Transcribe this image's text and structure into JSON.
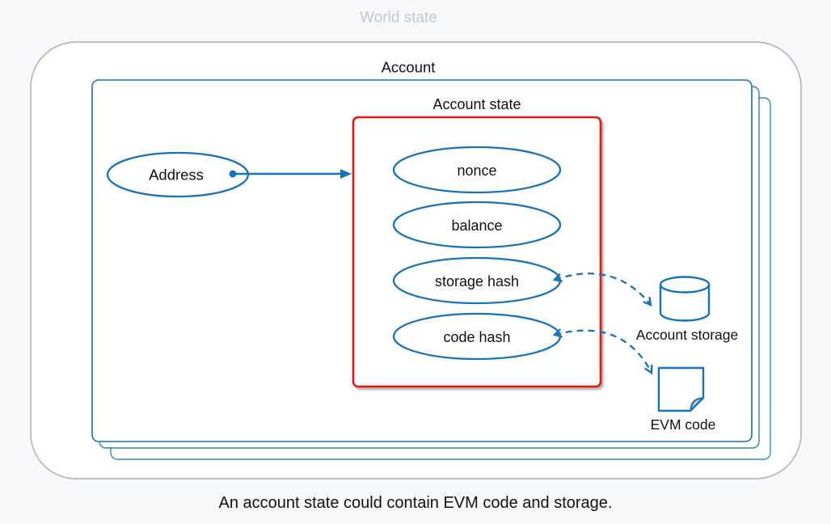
{
  "world_state_label": "World state",
  "account": {
    "label": "Account",
    "state_label": "Account state",
    "address_label": "Address",
    "fields": [
      {
        "label": "nonce"
      },
      {
        "label": "balance"
      },
      {
        "label": "storage hash"
      },
      {
        "label": "code hash"
      }
    ],
    "storage_icon_label": "Account storage",
    "evm_code_icon_label": "EVM code"
  },
  "caption": "An account state could contain EVM code and storage.",
  "icons": [
    {
      "name": "database-icon",
      "meaning": "Account storage"
    },
    {
      "name": "document-icon",
      "meaning": "EVM code"
    }
  ],
  "colors": {
    "blue": "#1673b9",
    "red": "#e8140c",
    "outer_border": "#b5b8bd",
    "muted_title": "#c3c7cc",
    "text": "#111111",
    "background": "#f7f8fa",
    "fold_fill": "#c9cdd2"
  }
}
